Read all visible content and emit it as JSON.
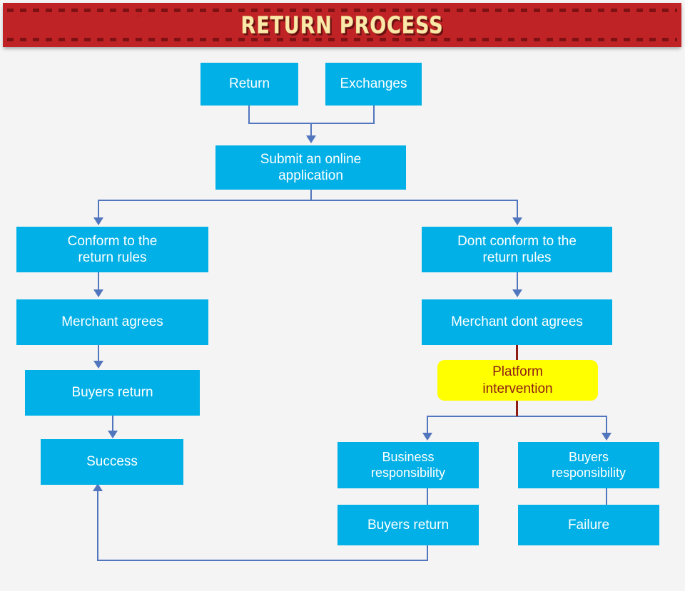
{
  "header": {
    "title": "RETURN PROCESS",
    "banner_color": "#c02326",
    "title_color": "#fae9ab",
    "dash_color": "#7d1113"
  },
  "theme": {
    "background": "#f4f4f4",
    "node_fill": "#00b0e6",
    "node_text": "#ffffff",
    "highlight_fill": "#ffff00",
    "highlight_text": "#8e1c15",
    "connector": "#5276bd",
    "connector_highlight": "#8e1c15"
  },
  "chart_data": {
    "type": "diagram",
    "title": "RETURN PROCESS",
    "nodes": [
      {
        "id": "return",
        "label": "Return",
        "style": "primary"
      },
      {
        "id": "exchanges",
        "label": "Exchanges",
        "style": "primary"
      },
      {
        "id": "submit",
        "label": "Submit an online application",
        "style": "primary"
      },
      {
        "id": "conform",
        "label": "Conform to the return rules",
        "style": "primary"
      },
      {
        "id": "not-conform",
        "label": "Dont conform to the return rules",
        "style": "primary"
      },
      {
        "id": "merchant-agrees",
        "label": "Merchant agrees",
        "style": "primary"
      },
      {
        "id": "merchant-disagrees",
        "label": "Merchant dont agrees",
        "style": "primary"
      },
      {
        "id": "buyers-return-left",
        "label": "Buyers return",
        "style": "primary"
      },
      {
        "id": "platform",
        "label": "Platform intervention",
        "style": "highlight"
      },
      {
        "id": "success",
        "label": "Success",
        "style": "primary"
      },
      {
        "id": "business-resp",
        "label": "Business responsibility",
        "style": "primary"
      },
      {
        "id": "buyers-resp",
        "label": "Buyers responsibility",
        "style": "primary"
      },
      {
        "id": "buyers-return-right",
        "label": "Buyers return",
        "style": "primary"
      },
      {
        "id": "failure",
        "label": "Failure",
        "style": "primary"
      }
    ],
    "edges": [
      {
        "from": "return",
        "to": "submit"
      },
      {
        "from": "exchanges",
        "to": "submit"
      },
      {
        "from": "submit",
        "to": "conform"
      },
      {
        "from": "submit",
        "to": "not-conform"
      },
      {
        "from": "conform",
        "to": "merchant-agrees"
      },
      {
        "from": "merchant-agrees",
        "to": "buyers-return-left"
      },
      {
        "from": "buyers-return-left",
        "to": "success"
      },
      {
        "from": "not-conform",
        "to": "merchant-disagrees"
      },
      {
        "from": "merchant-disagrees",
        "to": "platform"
      },
      {
        "from": "platform",
        "to": "business-resp"
      },
      {
        "from": "platform",
        "to": "buyers-resp"
      },
      {
        "from": "business-resp",
        "to": "buyers-return-right"
      },
      {
        "from": "buyers-resp",
        "to": "failure"
      },
      {
        "from": "buyers-return-right",
        "to": "success"
      }
    ]
  },
  "nodes": {
    "return": {
      "label": "Return"
    },
    "exchanges": {
      "label": "Exchanges"
    },
    "submit": {
      "label": "Submit an online\napplication",
      "line1": "Submit an online",
      "line2": "application"
    },
    "conform": {
      "line1": "Conform to the",
      "line2": "return rules"
    },
    "not_conform": {
      "line1": "Dont conform to the",
      "line2": "return rules"
    },
    "merchant_agrees": {
      "label": "Merchant agrees"
    },
    "merchant_disagrees": {
      "label": "Merchant dont agrees"
    },
    "buyers_return_left": {
      "label": "Buyers return"
    },
    "platform": {
      "line1": "Platform",
      "line2": "intervention"
    },
    "success": {
      "label": "Success"
    },
    "business_resp": {
      "line1": "Business",
      "line2": "responsibility"
    },
    "buyers_resp": {
      "line1": "Buyers",
      "line2": "responsibility"
    },
    "buyers_return_right": {
      "label": "Buyers return"
    },
    "failure": {
      "label": "Failure"
    }
  }
}
